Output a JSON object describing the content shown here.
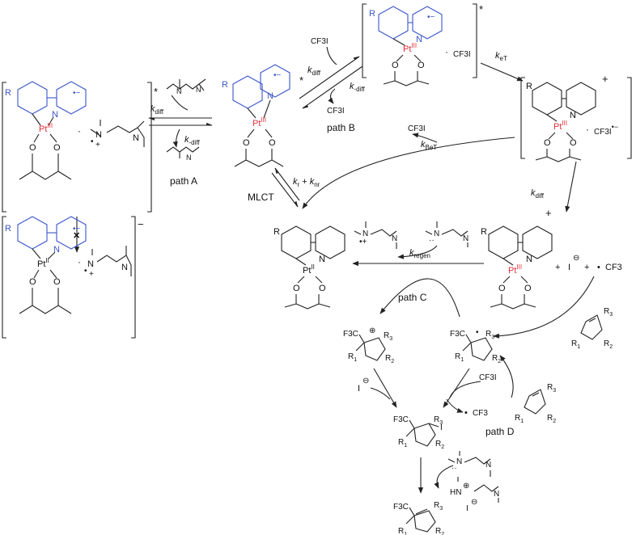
{
  "colors": {
    "ink": "#222222",
    "ligand_blue": "#3a55c9",
    "metal_red": "#e0303a"
  },
  "atoms": {
    "R": "R",
    "N": "N",
    "O": "O",
    "Pt": "Pt",
    "PtIII": "III",
    "PtII": "II",
    "R1": "R",
    "R2": "R",
    "R3": "R",
    "sub1": "1",
    "sub2": "2",
    "sub3": "3",
    "F3C": "F3C",
    "CF3": "CF3",
    "CF3I": "CF3I",
    "I": "I",
    "H": "H"
  },
  "charges": {
    "star": "*",
    "plus": "+",
    "minus": "−",
    "radical": "•",
    "minus_circle": "⊖",
    "plus_circle": "⊕",
    "dots": "··"
  },
  "labels": {
    "kdiff": "k",
    "kdiff_sub": "diff",
    "kmdiff": "k",
    "kmdiff_sub": "-diff",
    "ket": "k",
    "ket_sub": "eT",
    "kbet": "k",
    "kbet_sub": "BeT",
    "kr": "k",
    "kr_sub": "r",
    "plus_text": " + ",
    "knr": "k",
    "knr_sub": "nr",
    "kregen": "k",
    "kregen_sub": "regen",
    "dot_sep": "·",
    "cross": "✕"
  },
  "paths": {
    "A": "path A",
    "B": "path B",
    "C": "path C",
    "D": "path D"
  },
  "mlct": "MLCT"
}
